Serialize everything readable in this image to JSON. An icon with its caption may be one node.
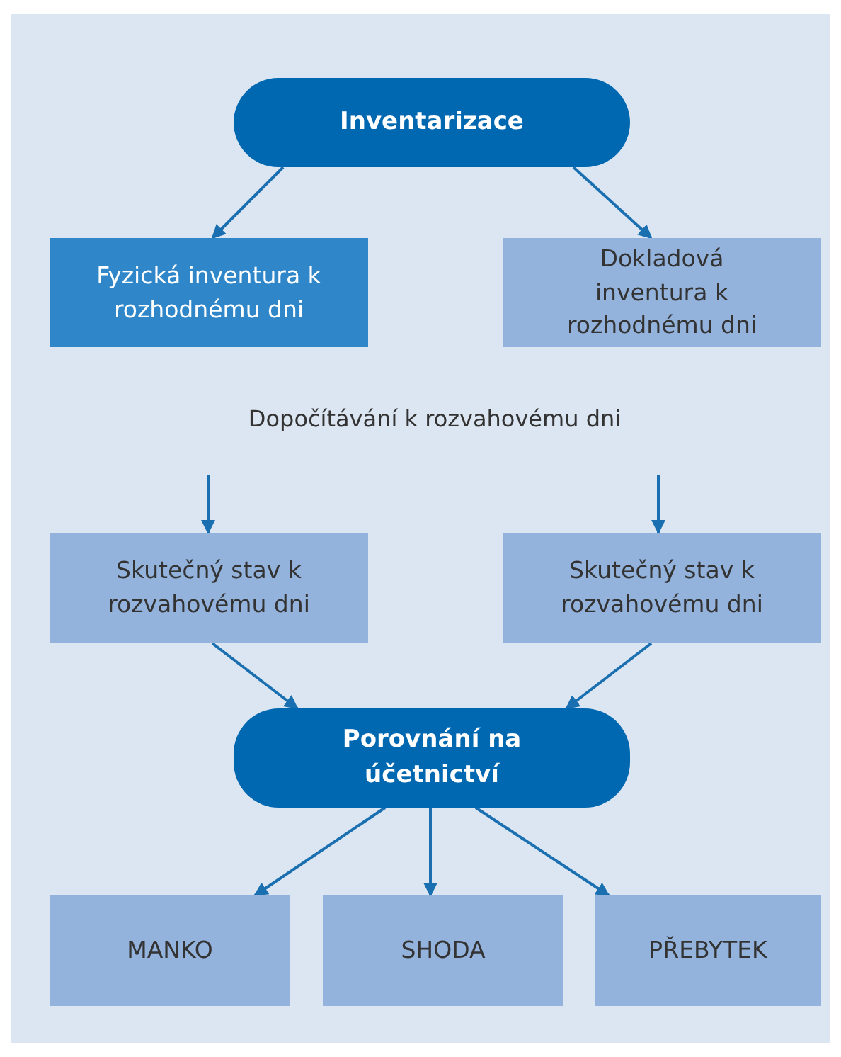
{
  "diagram": {
    "nodes": [
      {
        "text": [
          "Inventarizace"
        ]
      },
      {
        "text": [
          "Fyzická inventura k rozhodnému dni"
        ]
      },
      {
        "text": [
          "Dokladová inventura k rozhodnému dni"
        ]
      },
      {
        "text": [
          "Skutečný stav k rozvahovému dni"
        ]
      },
      {
        "text": [
          "Skutečný stav k rozvahovému dni"
        ]
      },
      {
        "text": [
          "Porovnání na účetnictví"
        ]
      },
      {
        "text": [
          "MANKO"
        ]
      },
      {
        "text": [
          "SHODA"
        ]
      },
      {
        "text": [
          "PŘEBYTEK"
        ]
      }
    ],
    "edges": [
      {
        "from": 0,
        "to": 1,
        "arrow": "to"
      },
      {
        "from": 0,
        "to": 2,
        "arrow": "to"
      },
      {
        "from": null,
        "to": 3,
        "arrow": "to"
      },
      {
        "from": null,
        "to": 4,
        "arrow": "to"
      },
      {
        "from": 3,
        "to": 5,
        "arrow": "to"
      },
      {
        "from": 4,
        "to": 5,
        "arrow": "to"
      },
      {
        "from": 5,
        "to": 6,
        "arrow": "to"
      },
      {
        "from": 5,
        "to": 7,
        "arrow": "to"
      },
      {
        "from": 5,
        "to": 8,
        "arrow": "to"
      }
    ],
    "labels": [
      "Dopočítávání k rozvahovému dni"
    ]
  }
}
